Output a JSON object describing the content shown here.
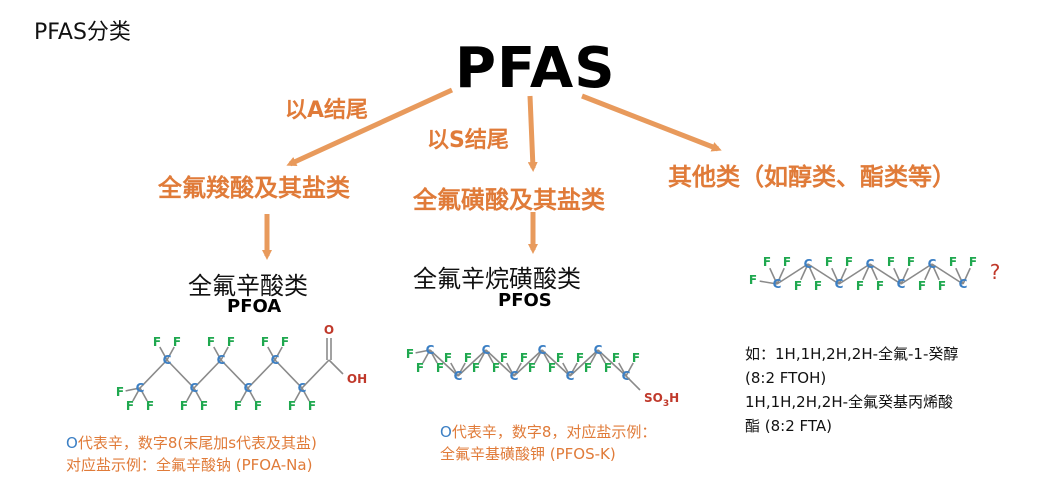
{
  "corner_title": "PFAS分类",
  "main_title": "PFAS",
  "branches": {
    "a_label": "以A结尾",
    "s_label": "以S结尾"
  },
  "categories": {
    "carboxylic": "全氟羧酸及其盐类",
    "sulfonic": "全氟磺酸及其盐类",
    "other": "其他类（如醇类、酯类等）"
  },
  "pfoa": {
    "name": "全氟辛酸类",
    "abbr": "PFOA",
    "group_o": "O",
    "group_h": "OH",
    "note_o": "O",
    "note_line1": "代表辛，数字8(末尾加s代表及其盐)",
    "note_line2": "对应盐示例：全氟辛酸钠 (PFOA-Na)"
  },
  "pfos": {
    "name": "全氟辛烷磺酸类",
    "abbr": "PFOS",
    "group": "SO",
    "group_sub3": "3",
    "group_h": "H",
    "note_o": "O",
    "note_line1": "代表辛，数字8，对应盐示例：",
    "note_line2": "全氟辛基磺酸钾 (PFOS-K)"
  },
  "other": {
    "question": "?",
    "note_line1": "如：1H,1H,2H,2H-全氟-1-癸醇",
    "note_line2": "(8:2 FTOH)",
    "note_line3": "1H,1H,2H,2H-全氟癸基丙烯酸",
    "note_line4": "酯 (8:2 FTA)"
  },
  "atoms": {
    "c": "C",
    "f": "F"
  },
  "colors": {
    "accent": "#e07b39",
    "fluorine": "#1fa84f",
    "carbon": "#3b7fc4",
    "oxygen": "#c0392b",
    "o_letter": "#3b7fc4"
  }
}
